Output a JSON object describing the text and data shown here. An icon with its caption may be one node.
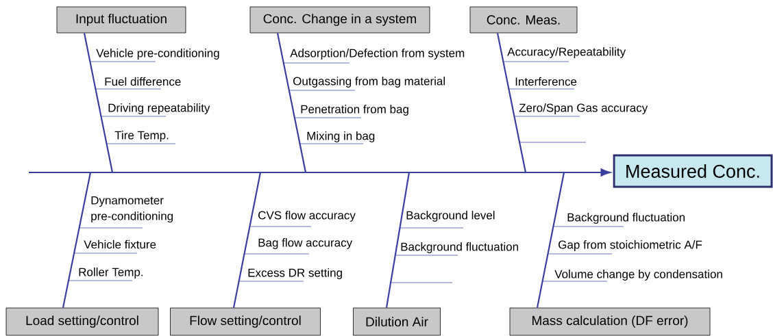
{
  "diagram": {
    "nodes": [
      {
        "text": [
          "Input fluctuation"
        ]
      },
      {
        "text": [
          "Conc. Change in a system"
        ]
      },
      {
        "text": [
          "Conc. Meas."
        ]
      },
      {
        "text": [
          "Load setting/control"
        ]
      },
      {
        "text": [
          "Flow setting/control"
        ]
      },
      {
        "text": [
          "Dilution Air"
        ]
      },
      {
        "text": [
          "Mass calculation (DF error)"
        ]
      },
      {
        "text": [
          "Measured Conc."
        ]
      }
    ],
    "edges": [
      {
        "from": null,
        "to": 7,
        "arrow": "to"
      },
      {
        "from": 0,
        "to": null,
        "arrow": "none"
      },
      {
        "from": 1,
        "to": null,
        "arrow": "none"
      },
      {
        "from": 2,
        "to": null,
        "arrow": "none"
      },
      {
        "from": 3,
        "to": null,
        "arrow": "none"
      },
      {
        "from": 4,
        "to": null,
        "arrow": "none"
      },
      {
        "from": 5,
        "to": null,
        "arrow": "none"
      },
      {
        "from": 6,
        "to": null,
        "arrow": "none"
      }
    ],
    "labels": [
      "Vehicle pre-conditioning",
      "Fuel difference",
      "Driving repeatability",
      "Tire Temp.",
      "Adsorption/Defection from system",
      "Outgassing from bag material",
      "Penetration from bag",
      "Mixing in bag",
      "Accuracy/Repeatability",
      "Interference",
      "Zero/Span Gas accuracy",
      "Dynamometer pre-conditioning",
      "Vehicle fixture",
      "Roller Temp.",
      "CVS flow accuracy",
      "Bag flow accuracy",
      "Excess DR setting",
      "Background level",
      "Background fluctuation",
      "Background fluctuation",
      "Gap from stoichiometric A/F",
      "Volume change by condensation"
    ]
  }
}
